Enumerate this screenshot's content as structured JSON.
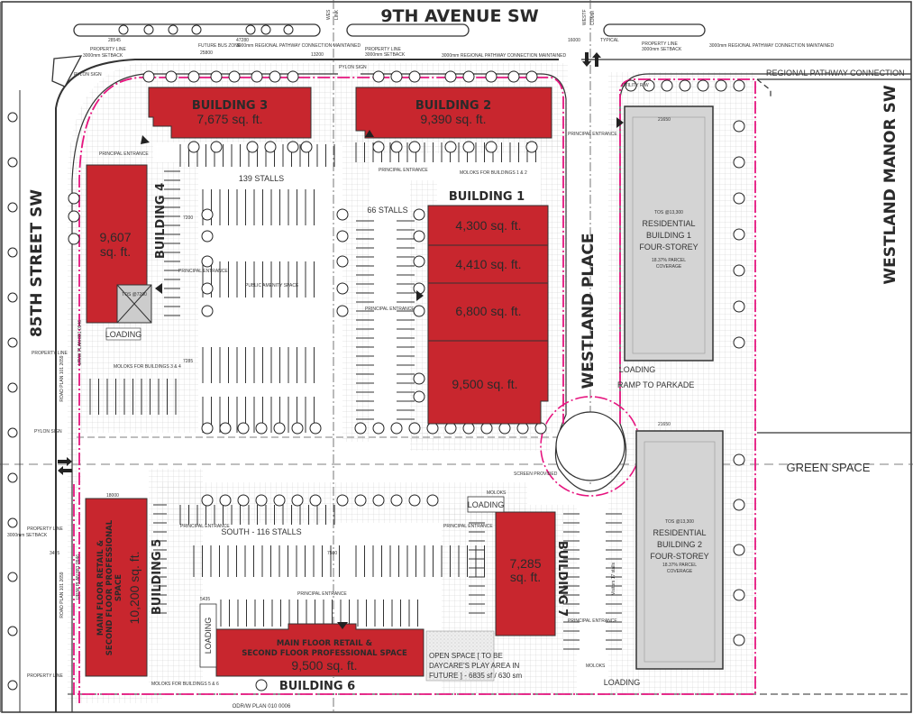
{
  "streets": {
    "ninth_avenue": "9TH AVENUE SW",
    "eighty_fifth": "85TH STREET SW",
    "westland_place": "WESTLAND PLACE",
    "westland_manor": "WESTLAND MANOR SW",
    "west_link": [
      "WES",
      "LINK"
    ],
    "westf_comm": [
      "WESTF",
      "COMM"
    ]
  },
  "buildings": {
    "b3": {
      "name": "BUILDING 3",
      "area": "7,675 sq. ft."
    },
    "b2": {
      "name": "BUILDING 2",
      "area": "9,390 sq. ft."
    },
    "b4": {
      "name": "BUILDING 4",
      "area_line1": "9,607",
      "area_line2": "sq. ft.",
      "tos": "TOS @7200"
    },
    "b1": {
      "name": "BUILDING 1",
      "units": [
        "4,300 sq. ft.",
        "4,410 sq. ft.",
        "6,800 sq. ft.",
        "9,500 sq. ft."
      ]
    },
    "b5": {
      "name": "BUILDING 5",
      "use_lines": [
        "MAIN FLOOR RETAIL &",
        "SECOND FLOOR PROFESSIONAL",
        "SPACE"
      ],
      "area": "10,200 sq. ft."
    },
    "b6": {
      "name": "BUILDING 6",
      "use_lines": [
        "MAIN FLOOR RETAIL &",
        "SECOND FLOOR PROFESSIONAL SPACE"
      ],
      "area": "9,500 sq. ft."
    },
    "b7": {
      "name": "BUILDING 7",
      "area_line1": "7,285",
      "area_line2": "sq. ft."
    },
    "res1": {
      "tos": "TOS @13,300",
      "lines": [
        "RESIDENTIAL",
        "BUILDING 1",
        "FOUR-STOREY"
      ],
      "coverage": [
        "18.37% PARCEL",
        "COVERAGE"
      ]
    },
    "res2": {
      "tos": "TOS @13,300",
      "lines": [
        "RESIDENTIAL",
        "BUILDING 2",
        "FOUR-STOREY"
      ],
      "coverage": [
        "18.37% PARCEL",
        "COVERAGE"
      ]
    }
  },
  "parking": {
    "north": "139 STALLS",
    "middle": "66 STALLS",
    "south": "SOUTH - 116 STALLS",
    "visitors": "Visitors 17 stalls"
  },
  "labels": {
    "green_space": "GREEN SPACE",
    "regional_pathway": "REGIONAL PATHWAY CONNECTION",
    "ramp": "RAMP TO PARKADE",
    "loading": "LOADING",
    "open_space": [
      "OPEN SPACE [ TO BE",
      "DAYCARE'S PLAY AREA IN",
      "FUTURE ] - 6835 sf / 630 sm"
    ],
    "odrw_plan": "ODR/W PLAN 010 0006",
    "road_plan": "ROAD PLAN 101 2659",
    "urw_plan": "UR/W PLAN 881 0946",
    "property_line": "PROPERTY LINE",
    "setback": "3000mm SETBACK",
    "pylon_sign": "PYLON SIGN",
    "future_bus_zone": "FUTURE BUS ZONE",
    "pathway_maintained": "3000mm REGIONAL PATHWAY CONNECTION MAINTAINED",
    "principal_entrance": "PRINCIPAL ENTRANCE",
    "moloks_12": "MOLOKS FOR BUILDINGS 1 & 2",
    "moloks_34": "MOLOKS FOR BUILDINGS 3 & 4",
    "moloks_56": "MOLOKS FOR BUILDINGS 5 & 6",
    "moloks": "MOLOKS",
    "public_amenity": "PUBLIC AMENITY SPACE",
    "screen": "SCREEN PROVIDED",
    "typical": "TYPICAL",
    "utility": "UTILITY R/W"
  },
  "dimensions": {
    "d1": "28545",
    "d2": "47280",
    "d3": "25800",
    "d4": "13200",
    "d5": "16000",
    "d6": "7200",
    "d7": "7285",
    "d8": "7500",
    "d9": "5435",
    "d10": "18000",
    "d11": "21650",
    "d12": "3455"
  },
  "colors": {
    "building": "#c8262e",
    "property_line": "#e6157f",
    "residential": "#d4d4d4"
  }
}
